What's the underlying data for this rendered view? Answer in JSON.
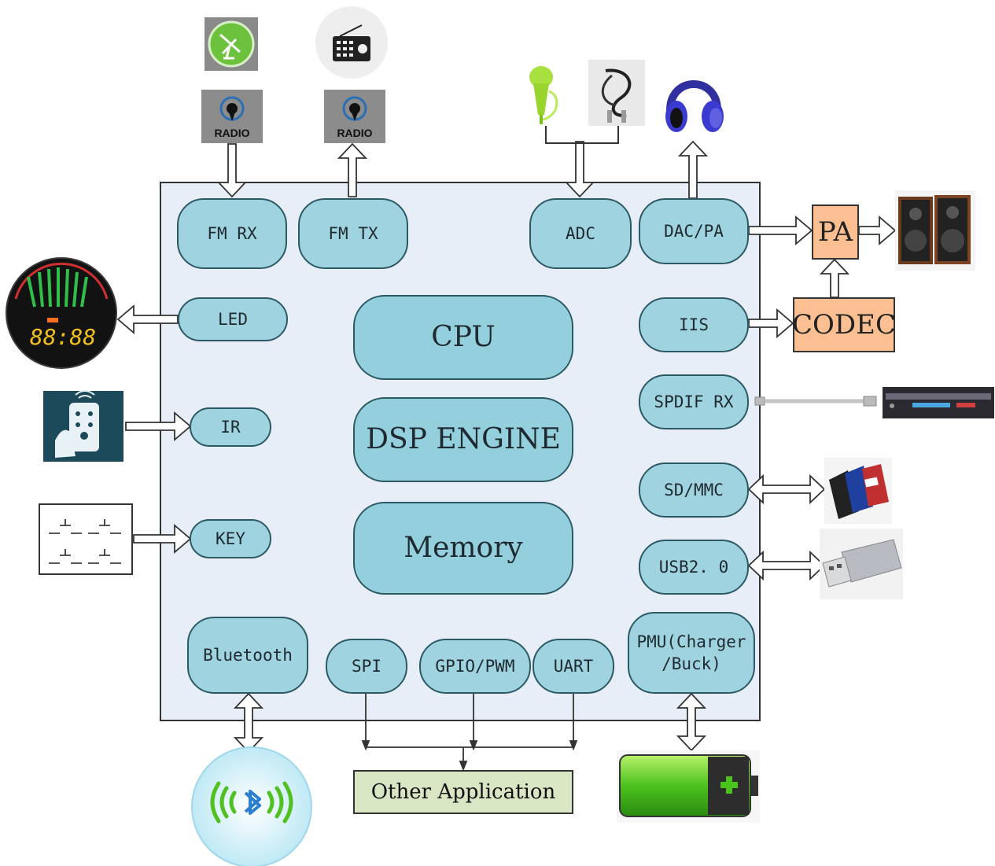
{
  "modules": {
    "fm_rx": "FM RX",
    "fm_tx": "FM TX",
    "adc": "ADC",
    "dac_pa": "DAC/PA",
    "led": "LED",
    "cpu": "CPU",
    "iis": "IIS",
    "spdif_rx": "SPDIF RX",
    "ir": "IR",
    "dsp_engine": "DSP ENGINE",
    "sd_mmc": "SD/MMC",
    "key": "KEY",
    "memory": "Memory",
    "usb": "USB2. 0",
    "bluetooth": "Bluetooth",
    "spi": "SPI",
    "gpio_pwm": "GPIO/PWM",
    "uart": "UART",
    "pmu": "PMU(Charger\n/Buck)"
  },
  "external": {
    "pa": "PA",
    "codec": "CODEC",
    "other_application": "Other Application",
    "radio_badge": "RADIO",
    "led_display": "88:88"
  },
  "icons": {
    "satellite": "satellite-dish-icon",
    "radio_receiver": "radio-receiver-icon",
    "radio_rx_badge": "radio-badge-icon",
    "radio_tx_badge": "radio-badge-icon",
    "microphone": "microphone-icon",
    "audio_cable": "audio-cable-icon",
    "headphones": "headphones-icon",
    "speakers": "speakers-icon",
    "led_display": "led-display-icon",
    "remote": "remote-control-icon",
    "keypad": "keypad-switches-icon",
    "spdif_cable": "optical-cable-icon",
    "dvd_player": "dvd-player-icon",
    "sd_cards": "sd-cards-icon",
    "usb_drive": "usb-drive-icon",
    "bluetooth": "bluetooth-icon",
    "battery": "battery-icon"
  },
  "colors": {
    "chip_bg": "#e8eef7",
    "module_fill": "#9fd3df",
    "module_border": "#2c5a64",
    "pa_codec_fill": "#fbbf91",
    "other_app_fill": "#d8e6c4"
  }
}
